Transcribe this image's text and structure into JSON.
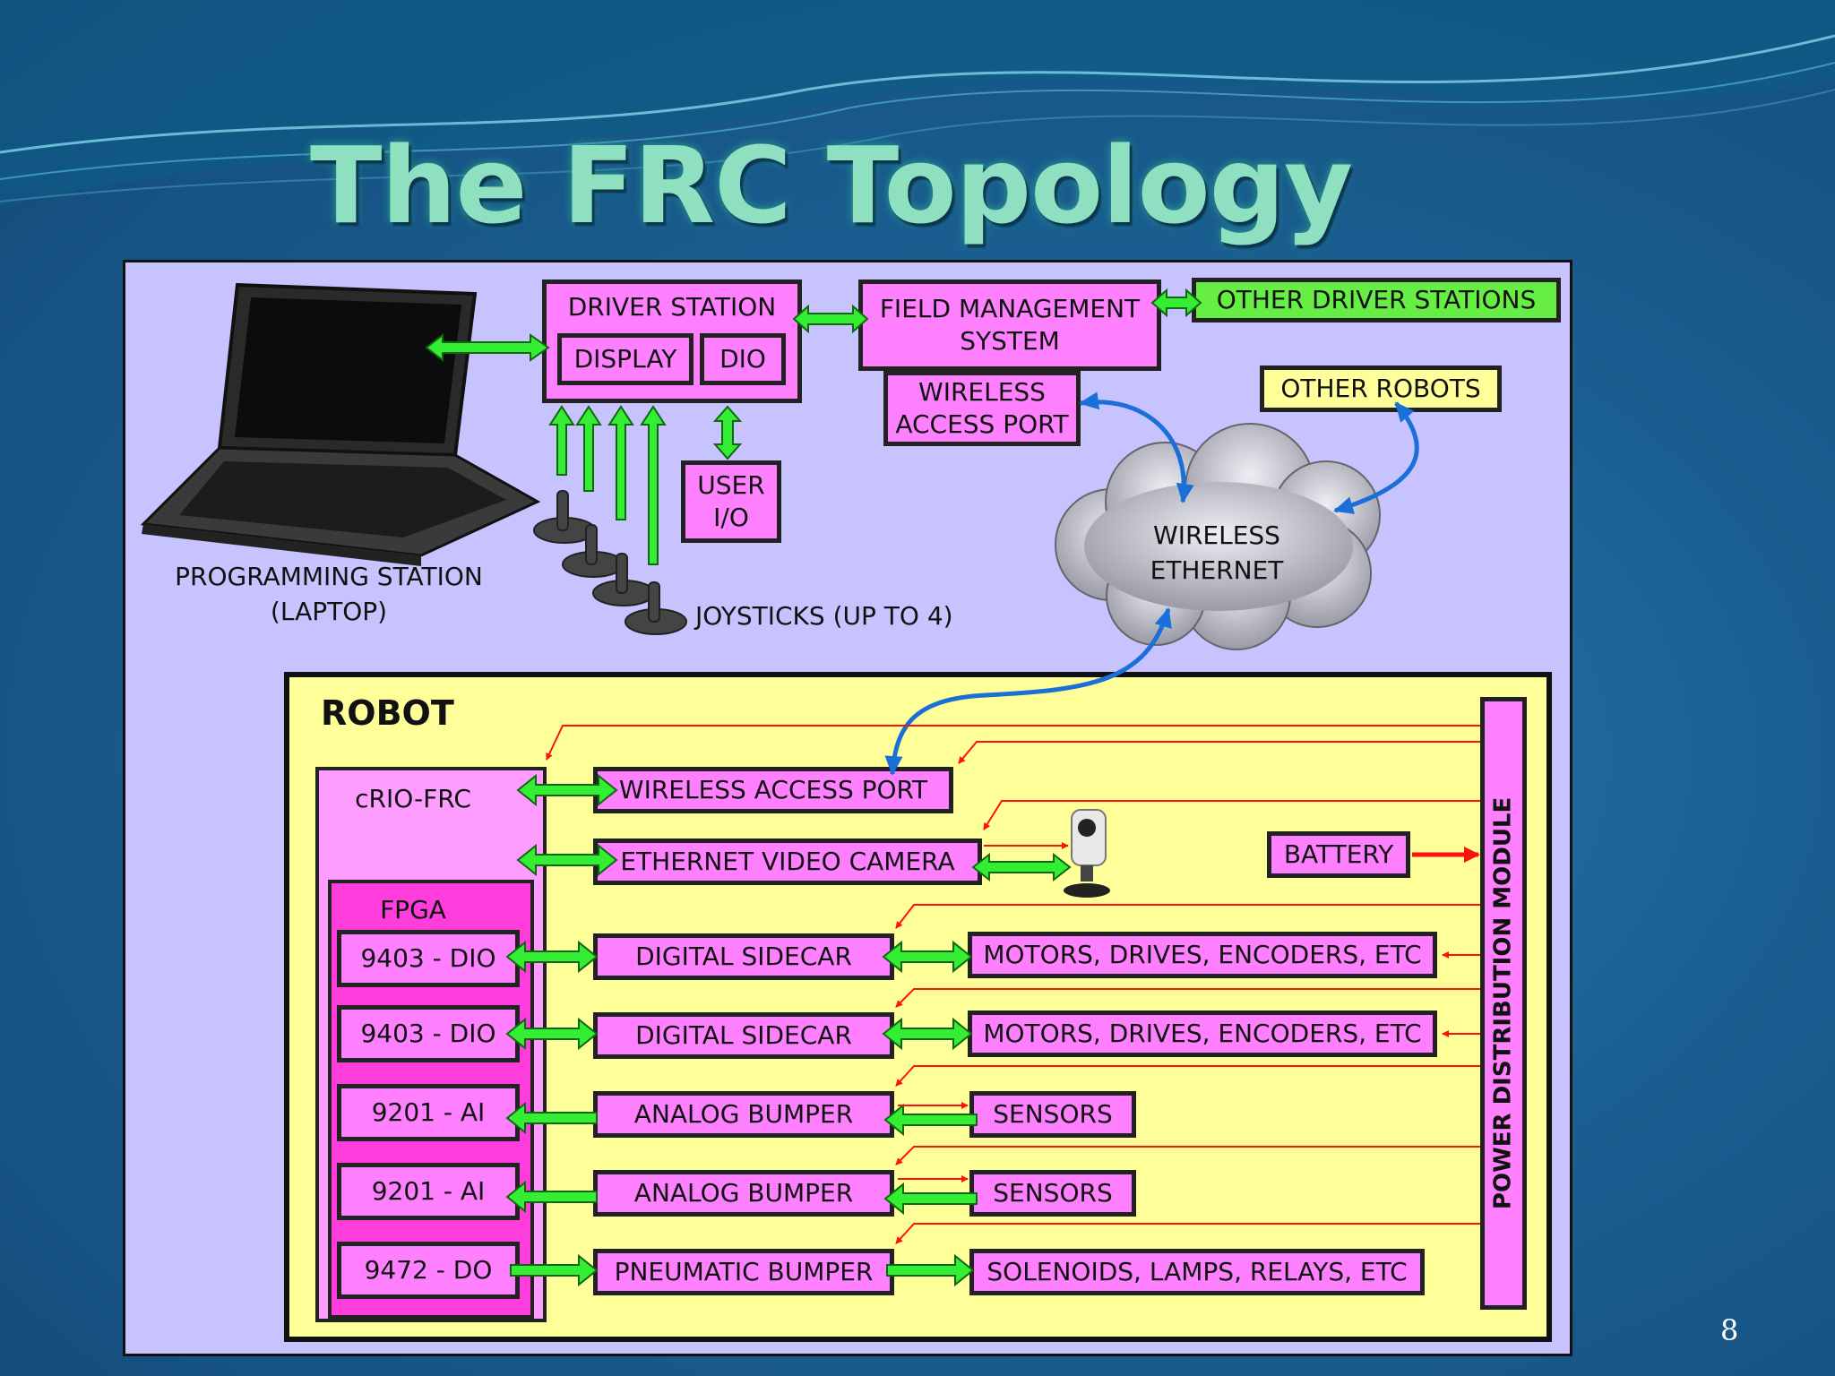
{
  "slide": {
    "title": "The FRC Topology",
    "page_number": "8"
  },
  "colors": {
    "panel": "#c7c3ff",
    "robot_area": "#ffff99",
    "box_fill": "#ff80ff",
    "cRIO_fill": "#ff9cff",
    "fpga_fill": "#ff3cdc",
    "green_box": "#66ee44",
    "link_green": "#33ee33",
    "power_red": "#ff1010",
    "wireless_blue": "#1a6fd8"
  },
  "top": {
    "driver_station": "DRIVER STATION",
    "display": "DISPLAY",
    "dio": "DIO",
    "user_io_line1": "USER",
    "user_io_line2": "I/O",
    "fms_line1": "FIELD MANAGEMENT",
    "fms_line2": "SYSTEM",
    "wap_line1": "WIRELESS",
    "wap_line2": "ACCESS PORT",
    "other_driver_stations": "OTHER DRIVER STATIONS",
    "other_robots": "OTHER ROBOTS",
    "wireless_ethernet_line1": "WIRELESS",
    "wireless_ethernet_line2": "ETHERNET",
    "programming_station_line1": "PROGRAMMING STATION",
    "programming_station_line2": "(LAPTOP)",
    "joysticks": "JOYSTICKS (UP TO 4)"
  },
  "robot": {
    "label": "ROBOT",
    "crio": "cRIO-FRC",
    "fpga": "FPGA",
    "modules": [
      "9403 - DIO",
      "9403 - DIO",
      "9201 - AI",
      "9201 - AI",
      "9472 - DO"
    ],
    "wireless_access_port": "WIRELESS ACCESS PORT",
    "ethernet_video_camera": "ETHERNET VIDEO CAMERA",
    "battery": "BATTERY",
    "power_distribution_module": "POWER DISTRIBUTION MODULE",
    "digital_sidecar": "DIGITAL SIDECAR",
    "analog_bumper": "ANALOG BUMPER",
    "pneumatic_bumper": "PNEUMATIC BUMPER",
    "motors": "MOTORS, DRIVES, ENCODERS, ETC",
    "sensors": "SENSORS",
    "solenoids": "SOLENOIDS, LAMPS, RELAYS, ETC"
  }
}
